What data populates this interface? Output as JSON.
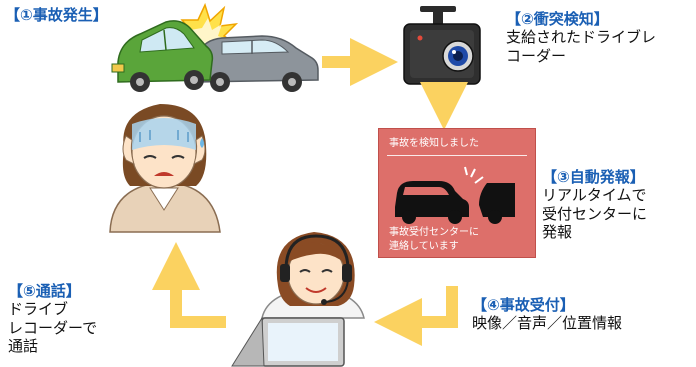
{
  "steps": {
    "s1": {
      "heading": "【①事故発生】",
      "body": []
    },
    "s2": {
      "heading": "【②衝突検知】",
      "body": [
        "支給されたドライブレ",
        "コーダー"
      ]
    },
    "s3": {
      "heading": "【③自動発報】",
      "body": [
        "リアルタイムで",
        "受付センターに",
        "発報"
      ]
    },
    "s4": {
      "heading": "【④事故受付】",
      "body": [
        "映像／音声／位置情報"
      ]
    },
    "s5": {
      "heading": "【⑤通話】",
      "body": [
        "ドライブ",
        "レコーダーで",
        "通話"
      ]
    }
  },
  "alert_panel": {
    "title": "事故を検知しました",
    "message": [
      "事故受付センターに",
      "連絡しています"
    ]
  },
  "colors": {
    "heading": "#1a5fb4",
    "arrow": "#fbd260",
    "panel": "#dd6f6a",
    "car_green": "#5aa53a",
    "car_gray": "#8d949b"
  },
  "icons": [
    "car-crash-icon",
    "dashcam-icon",
    "worried-driver-icon",
    "operator-headset-icon",
    "laptop-icon"
  ]
}
